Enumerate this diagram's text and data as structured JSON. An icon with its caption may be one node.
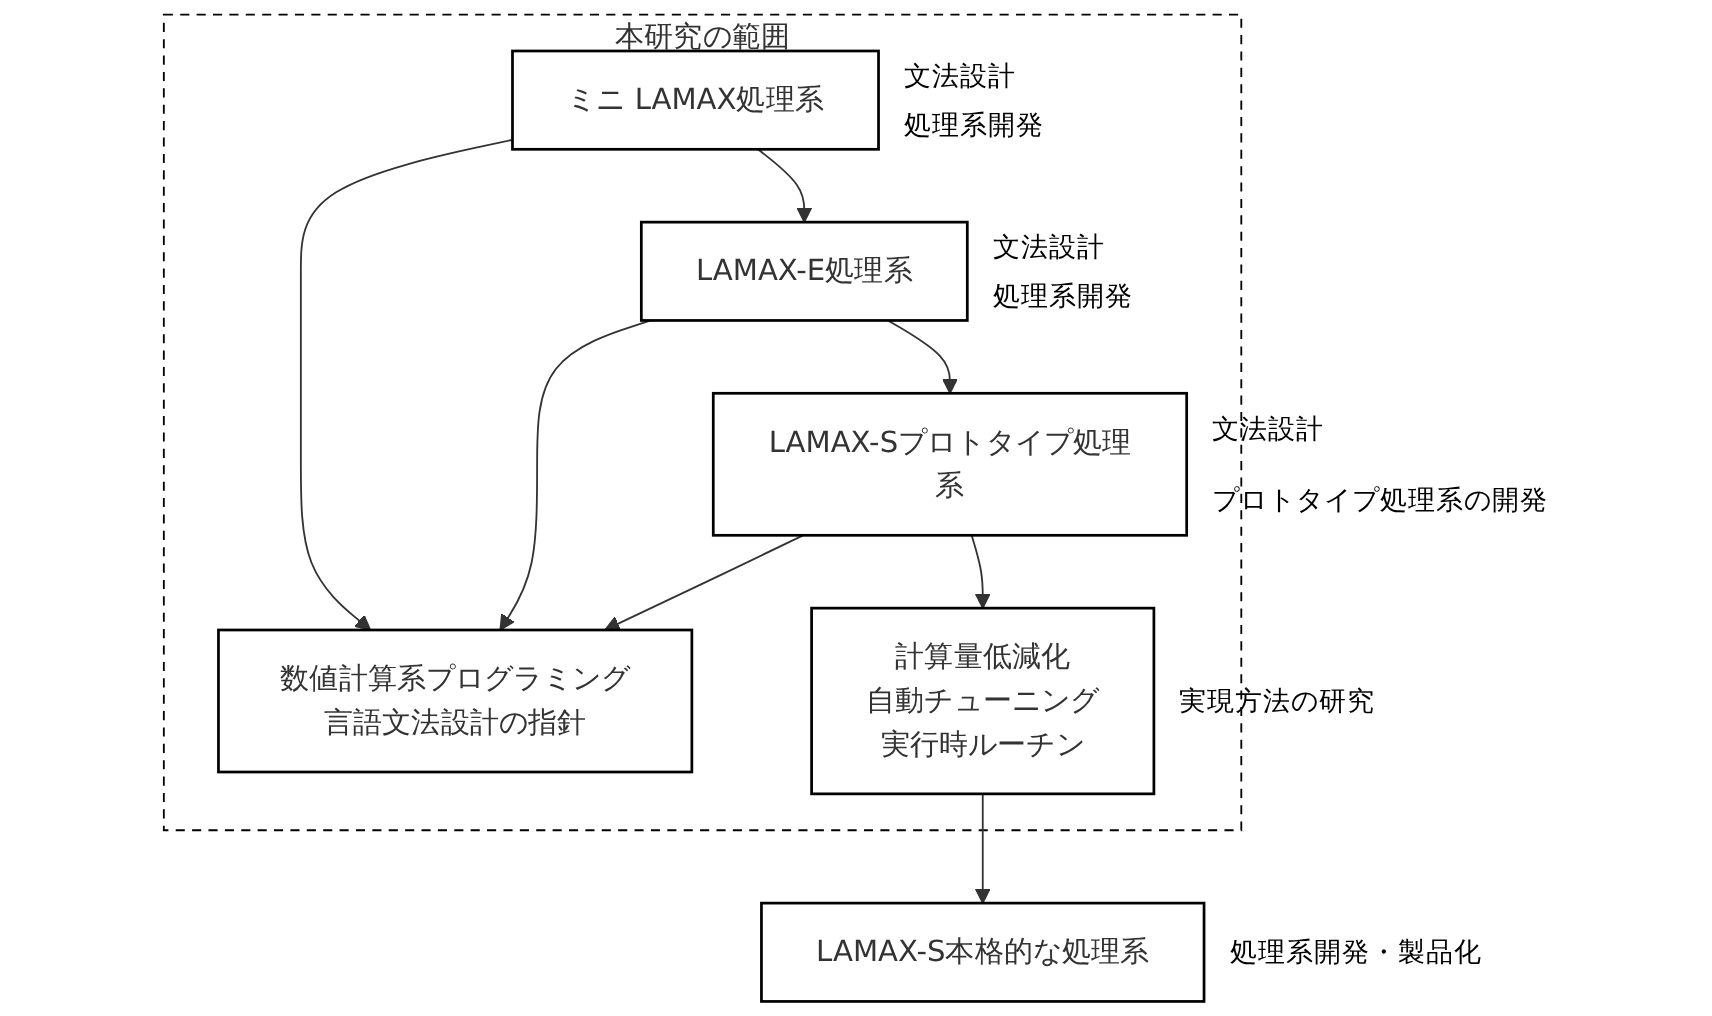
{
  "diagram": {
    "nodes": [
      {
        "text": [
          "本研究の範囲"
        ]
      },
      {
        "text": [
          "ミニ LAMAX処理系"
        ],
        "in": 0,
        "beside": [
          "文法設計",
          "処理系開発"
        ]
      },
      {
        "text": [
          "LAMAX-E処理系"
        ],
        "in": 0,
        "beside": [
          "文法設計",
          "処理系開発"
        ]
      },
      {
        "text": [
          "数値計算系プログラミング言語文法設計の指針"
        ],
        "in": 0
      },
      {
        "text": [
          "LAMAX-Sプロトタイプ処理系"
        ],
        "in": 0,
        "beside": [
          "文法設計",
          "プロトタイプ処理系の開発"
        ]
      },
      {
        "text": [
          "計算量低減化",
          "自動チューニング",
          "実行時ルーチン"
        ],
        "in": 0,
        "beside": [
          "実現方法の研究"
        ]
      },
      {
        "text": [
          "LAMAX-S本格的な処理系"
        ],
        "beside": [
          "処理系開発・製品化"
        ]
      }
    ],
    "edges": [
      {
        "from": 1,
        "to": 2,
        "arrow": "to"
      },
      {
        "from": 1,
        "to": 3,
        "arrow": "to"
      },
      {
        "from": 2,
        "to": 3,
        "arrow": "to"
      },
      {
        "from": 2,
        "to": 4,
        "arrow": "to"
      },
      {
        "from": 4,
        "to": 3,
        "arrow": "to"
      },
      {
        "from": 4,
        "to": 5,
        "arrow": "to"
      },
      {
        "from": 5,
        "to": 6,
        "arrow": "to"
      }
    ]
  }
}
